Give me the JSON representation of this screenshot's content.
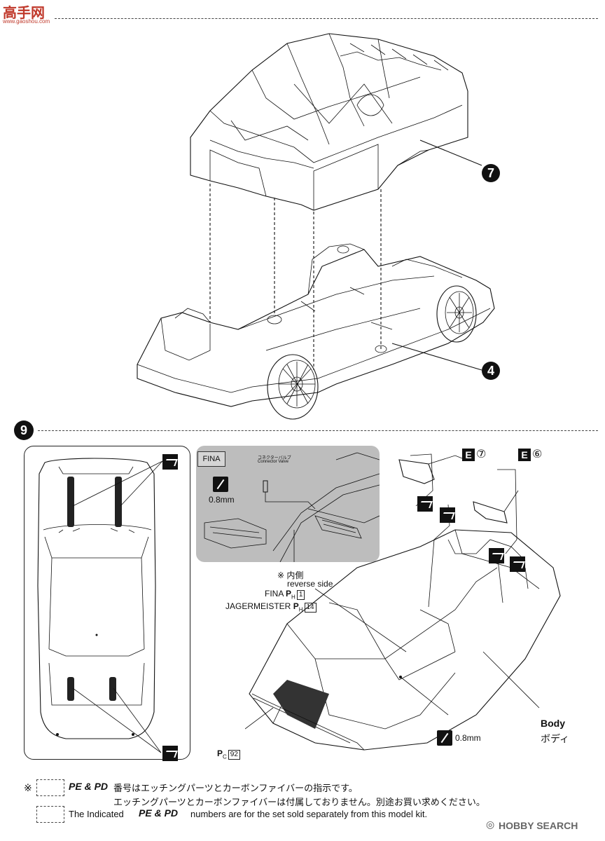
{
  "watermark_top": {
    "cjk": "高手网",
    "sub": "www.gaoshou.com"
  },
  "step_7_ref": "7",
  "step_4_ref": "4",
  "step_9": {
    "number": "9"
  },
  "gray_panel": {
    "tag": "FINA",
    "connector_jp": "コネクターバルブ",
    "connector_en": "Connector Valve",
    "drill_size": "0.8mm"
  },
  "reverse_side": {
    "mark": "※ 内側",
    "en": "reverse side"
  },
  "decals": [
    {
      "name": "FINA",
      "prefix": "P",
      "sub": "H",
      "num": "1"
    },
    {
      "name": "JAGERMEISTER",
      "prefix": "P",
      "sub": "H",
      "num": "14"
    }
  ],
  "parts": [
    {
      "letter": "E",
      "num": "⑦"
    },
    {
      "letter": "E",
      "num": "⑥"
    }
  ],
  "body_label": {
    "en": "Body",
    "jp": "ボディ"
  },
  "drill_bottom": "0.8mm",
  "pc_ref": {
    "prefix": "P",
    "sub": "C",
    "num": "92"
  },
  "footer": {
    "asterisk": "※",
    "codes": "PE & PD",
    "line1": "番号はエッチングパーツとカーボンファイバーの指示です。",
    "line2": "エッチングパーツとカーボンファイバーは付属しておりません。別途お買い求めください。",
    "line3_pre": "The Indicated",
    "line3_codes": "PE & PD",
    "line3_post": "numbers are for the set sold separately from this model kit."
  },
  "hobby_search": "HOBBY SEARCH"
}
